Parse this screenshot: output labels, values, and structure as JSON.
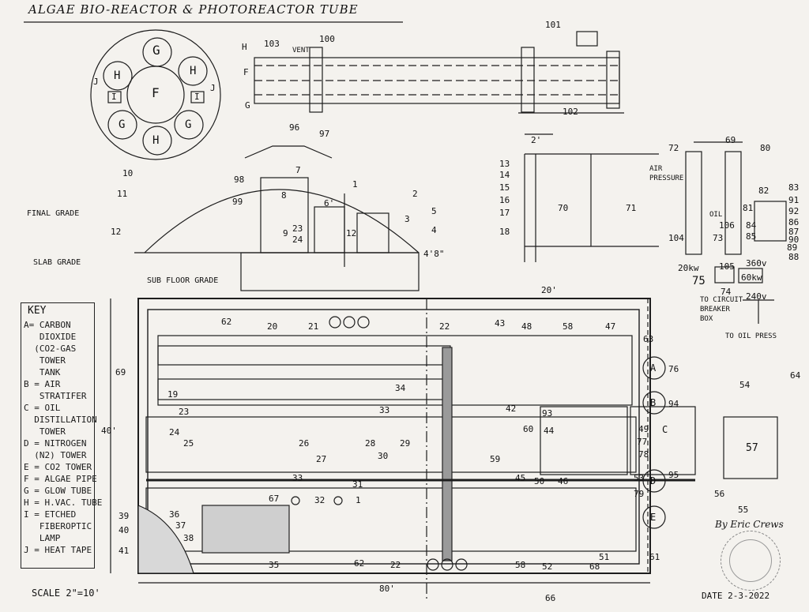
{
  "title": "ALGAE BIO-REACTOR & PHOTOREACTOR TUBE",
  "key": {
    "heading": "KEY",
    "lines": [
      "A= CARBON",
      "   DIOXIDE",
      "  (CO2-GAS",
      "   TOWER",
      "   TANK",
      "B = AIR",
      "   STRATIFER",
      "C = OIL",
      "  DISTILLATION",
      "   TOWER",
      "D = NITROGEN",
      "  (N2) TOWER",
      "E = CO2 TOWER",
      "F = ALGAE PIPE",
      "G = GLOW TUBE",
      "H = H.VAC. TUBE",
      "I = ETCHED",
      "   FIBEROPTIC",
      "   LAMP",
      "J = HEAT TAPE"
    ]
  },
  "circle": {
    "center": "F",
    "ring": [
      "G",
      "H",
      "H",
      "G",
      "G",
      "H"
    ],
    "side_labels": [
      "J",
      "J"
    ],
    "lamp": [
      "I",
      "I"
    ]
  },
  "tube": {
    "labels": [
      "H",
      "F",
      "G",
      "VENT",
      "100",
      "101",
      "102",
      "103"
    ],
    "dim": "102"
  },
  "section": {
    "labels": [
      "FINAL GRADE",
      "SLAB GRADE",
      "SUB FLOOR GRADE"
    ],
    "numbers": [
      "10",
      "11",
      "12",
      "96",
      "97",
      "98",
      "99",
      "7",
      "8",
      "9",
      "23",
      "24",
      "1",
      "2",
      "3",
      "4",
      "5",
      "12",
      "6'",
      "4'8\""
    ]
  },
  "wall": {
    "labels": [
      "13",
      "14",
      "15",
      "16",
      "17",
      "18",
      "70",
      "71",
      "2'"
    ]
  },
  "oil_system": {
    "labels": [
      "AIR PRESSURE",
      "OIL",
      "69",
      "72",
      "80",
      "81",
      "82",
      "83",
      "84",
      "85",
      "86",
      "87",
      "88",
      "89",
      "90",
      "91",
      "92",
      "104",
      "106",
      "73",
      "105",
      "20kw",
      "75",
      "74",
      "360v",
      "60kw",
      "240v",
      "TO CIRCUIT BREAKER BOX",
      "TO OIL PRESS"
    ]
  },
  "plan": {
    "dims": [
      "20'",
      "40'",
      "80'"
    ],
    "towers": [
      "A",
      "B",
      "C",
      "D",
      "E"
    ],
    "numbers": [
      "62",
      "20",
      "21",
      "22",
      "43",
      "48",
      "58",
      "47",
      "63",
      "76",
      "64",
      "69",
      "19",
      "34",
      "54",
      "23",
      "33",
      "42",
      "49",
      "94",
      "24",
      "25",
      "26",
      "27",
      "28",
      "29",
      "30",
      "44",
      "45",
      "50",
      "46",
      "59",
      "78",
      "77",
      "57",
      "53",
      "95",
      "33",
      "31",
      "79",
      "56",
      "55",
      "36",
      "37",
      "38",
      "39",
      "40",
      "41",
      "67",
      "32",
      "1",
      "35",
      "62",
      "22",
      "58",
      "51",
      "52",
      "68",
      "61",
      "66",
      "60",
      "93"
    ]
  },
  "scale": "SCALE 2\"=10'",
  "signature": "By Eric Crews",
  "date": "DATE 2-3-2022"
}
